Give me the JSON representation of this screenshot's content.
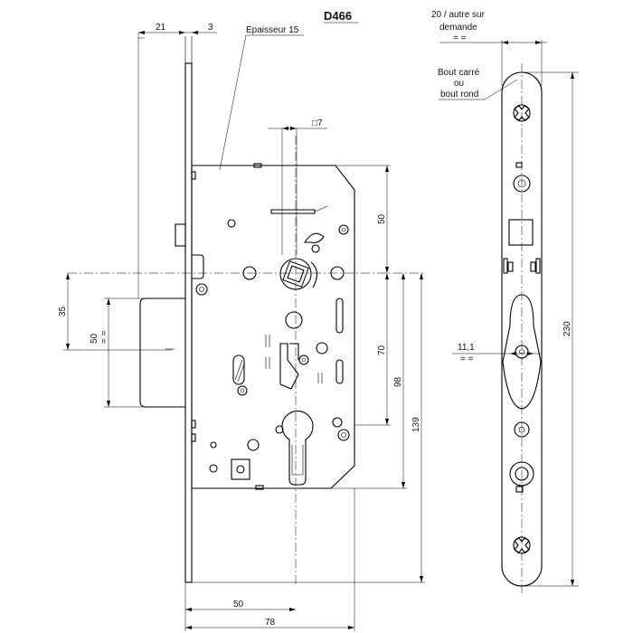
{
  "title": "D466",
  "labels": {
    "thickness": "Epaisseur 15",
    "square": "□7",
    "width_note_1": "20 / autre sur",
    "width_note_2": "demande",
    "width_note_3": "= =",
    "end_1": "Bout carré",
    "end_2": "ou",
    "end_3": "bout rond",
    "slot_eq": "= =",
    "bolt_eq": "= ="
  },
  "dimensions": {
    "d21": "21",
    "d3": "3",
    "d35": "35",
    "d50_bolt": "50",
    "d50_vert": "50",
    "d70": "70",
    "d98": "98",
    "d139": "139",
    "d230": "230",
    "d11": "11,1",
    "d50_bottom": "50",
    "d78": "78"
  }
}
